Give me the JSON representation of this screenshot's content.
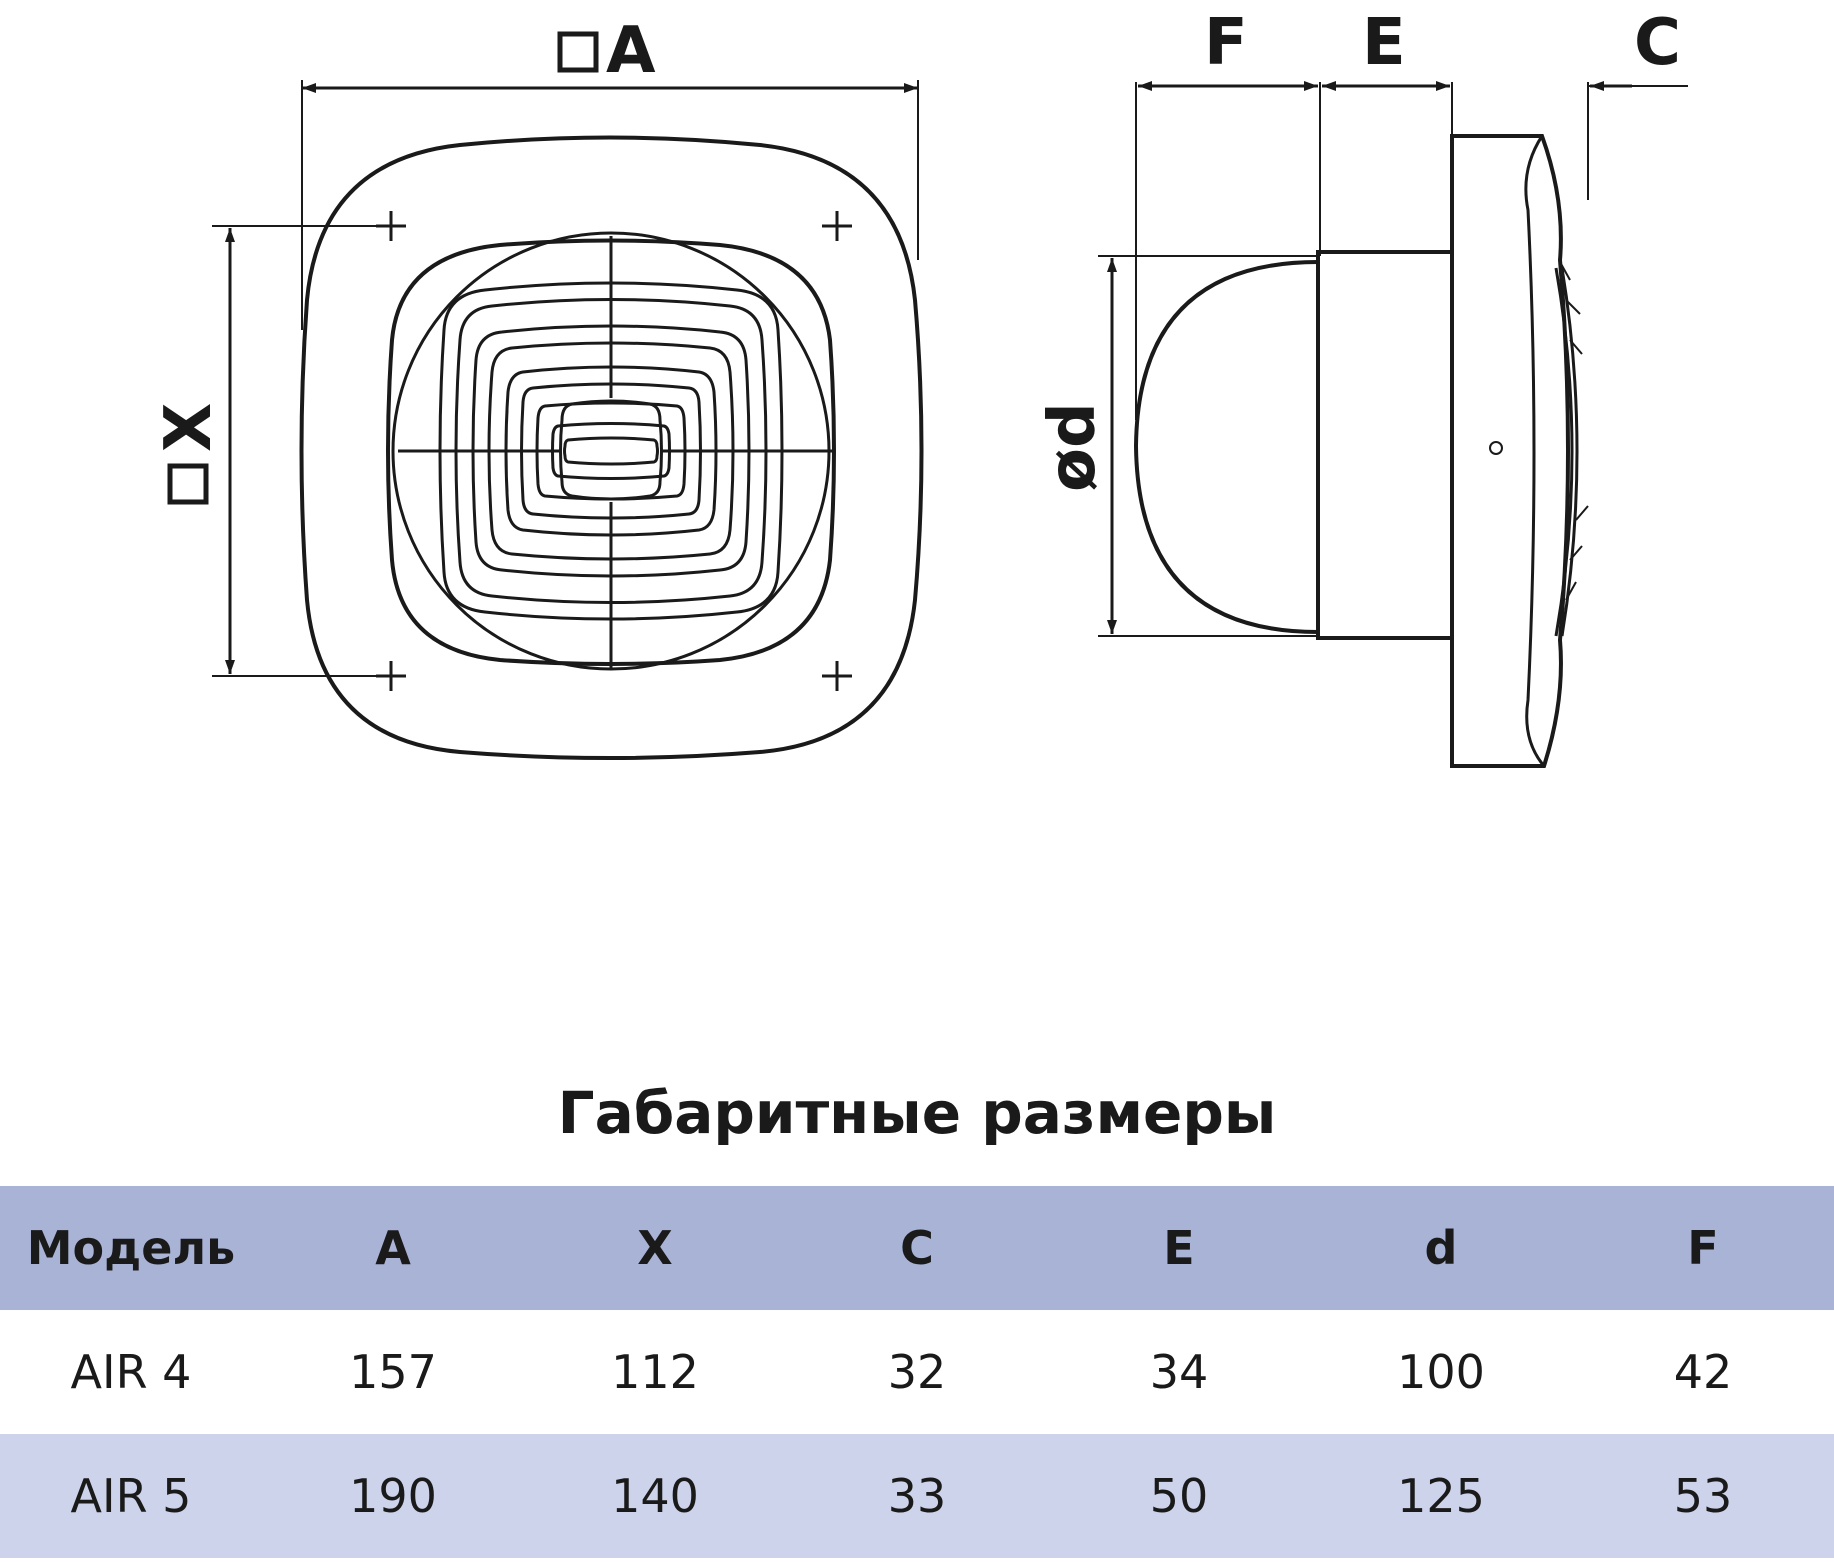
{
  "drawing": {
    "front_view": {
      "label_a": "A",
      "label_x": "X"
    },
    "side_view": {
      "label_f": "F",
      "label_e": "E",
      "label_c": "C",
      "label_d": "ød"
    }
  },
  "table": {
    "title": "Габаритные размеры",
    "columns": [
      "Модель",
      "A",
      "X",
      "C",
      "E",
      "d",
      "F"
    ],
    "rows": [
      [
        "AIR 4",
        "157",
        "112",
        "32",
        "34",
        "100",
        "42"
      ],
      [
        "AIR 5",
        "190",
        "140",
        "33",
        "50",
        "125",
        "53"
      ]
    ]
  },
  "colors": {
    "header_bg": "#a9b3d6",
    "alt_row_bg": "#cdd3ea",
    "line": "#1a1a1a"
  }
}
